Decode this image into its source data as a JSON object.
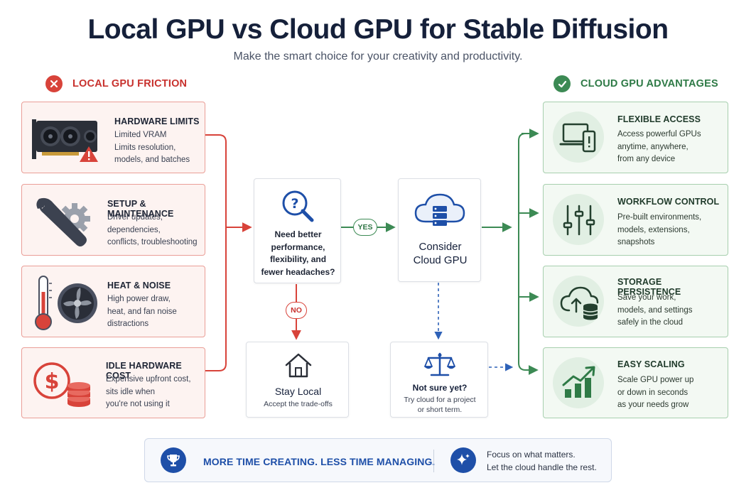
{
  "header": {
    "title": "Local GPU vs Cloud GPU for Stable Diffusion",
    "subtitle": "Make the smart choice for your creativity and productivity."
  },
  "left_column": {
    "heading": "LOCAL GPU FRICTION",
    "items": [
      {
        "title": "HARDWARE LIMITS",
        "desc": "Limited VRAM\nLimits resolution,\nmodels, and batches",
        "icon": "gpu-card-warning-icon"
      },
      {
        "title": "SETUP & MAINTENANCE",
        "desc": "Driver updates,\ndependencies,\nconflicts, troubleshooting",
        "icon": "wrench-gear-icon"
      },
      {
        "title": "HEAT & NOISE",
        "desc": "High power draw,\nheat, and fan noise\ndistractions",
        "icon": "thermometer-fan-icon"
      },
      {
        "title": "IDLE HARDWARE COST",
        "desc": "Expensive upfront cost,\nsits idle when\nyou're not using it",
        "icon": "dollar-coins-icon"
      }
    ]
  },
  "flow": {
    "question": "Need better\nperformance,\nflexibility, and\nfewer headaches?",
    "yes_label": "YES",
    "no_label": "NO",
    "consider": "Consider\nCloud GPU",
    "stay_title": "Stay Local",
    "stay_desc": "Accept the trade-offs",
    "unsure_title": "Not sure yet?",
    "unsure_desc": "Try cloud for a project\nor short term."
  },
  "right_column": {
    "heading": "CLOUD GPU ADVANTAGES",
    "items": [
      {
        "title": "FLEXIBLE ACCESS",
        "desc": "Access powerful GPUs\nanytime, anywhere,\nfrom any device",
        "icon": "laptop-phone-icon"
      },
      {
        "title": "WORKFLOW CONTROL",
        "desc": "Pre-built environments,\nmodels, extensions,\nsnapshots",
        "icon": "sliders-icon"
      },
      {
        "title": "STORAGE PERSISTENCE",
        "desc": "Save your work,\nmodels, and settings\nsafely in the cloud",
        "icon": "cloud-upload-database-icon"
      },
      {
        "title": "EASY SCALING",
        "desc": "Scale GPU power up\nor down in seconds\nas your needs grow",
        "icon": "bar-chart-growth-icon"
      }
    ]
  },
  "footer": {
    "headline": "MORE TIME CREATING. LESS TIME MANAGING.",
    "note": "Focus on what matters.\nLet the cloud handle the rest.",
    "icons": [
      "trophy-icon",
      "sparkle-icon"
    ]
  },
  "colors": {
    "negative": "#c8312d",
    "positive": "#2e7a46",
    "accent": "#1e4fa8",
    "title": "#15203a"
  }
}
